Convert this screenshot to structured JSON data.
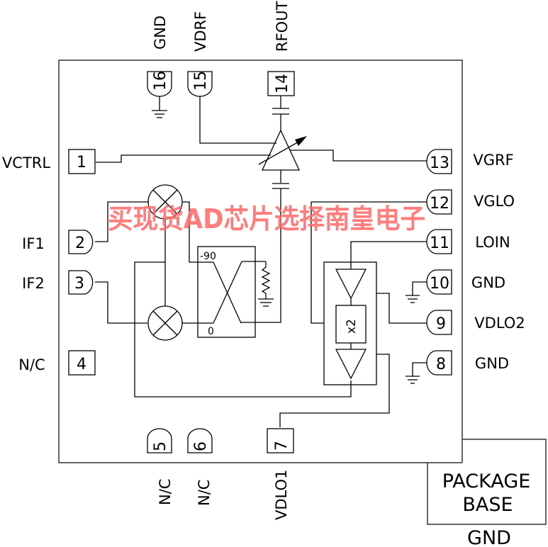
{
  "diagram": {
    "title": "Mixer block diagram / pinout",
    "pins": [
      {
        "num": "1",
        "label": "VCTRL"
      },
      {
        "num": "2",
        "label": "IF1"
      },
      {
        "num": "3",
        "label": "IF2"
      },
      {
        "num": "4",
        "label": "N/C"
      },
      {
        "num": "5",
        "label": "N/C"
      },
      {
        "num": "6",
        "label": "N/C"
      },
      {
        "num": "7",
        "label": "VDLO1"
      },
      {
        "num": "8",
        "label": "GND"
      },
      {
        "num": "9",
        "label": "VDLO2"
      },
      {
        "num": "10",
        "label": "GND"
      },
      {
        "num": "11",
        "label": "LOIN"
      },
      {
        "num": "12",
        "label": "VGLO"
      },
      {
        "num": "13",
        "label": "VGRF"
      },
      {
        "num": "14",
        "label": "RFOUT"
      },
      {
        "num": "15",
        "label": "VDRF"
      },
      {
        "num": "16",
        "label": "GND"
      }
    ],
    "hybrid": {
      "port_top": "-90",
      "port_bottom": "0"
    },
    "multiplier": "x2",
    "package_base": {
      "line1": "PACKAGE",
      "line2": "BASE",
      "ground": "GND"
    },
    "watermark": "买现货AD芯片选择南皇电子",
    "colors": {
      "watermark": "#ff6b6b",
      "line": "#000000"
    }
  }
}
